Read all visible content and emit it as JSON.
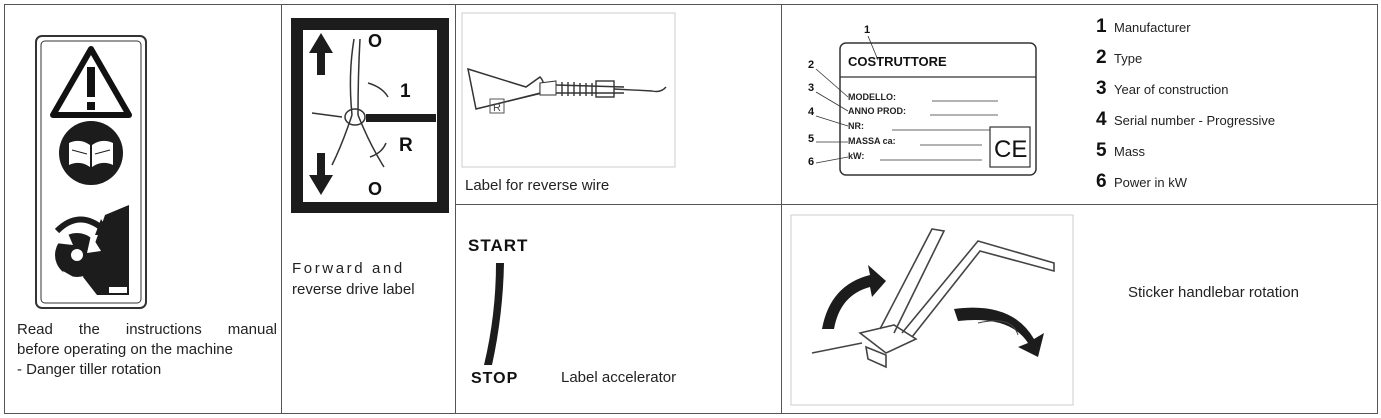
{
  "cells": {
    "safety": {
      "caption_lines": [
        "Read the instructions manual",
        "before operating on the machine",
        "- Danger tiller rotation"
      ]
    },
    "drive": {
      "caption_line1": "Forward and",
      "caption_line2": "reverse drive label",
      "label_top": "O",
      "label_forward": "1",
      "label_reverse": "R",
      "label_bottom": "O"
    },
    "reverse_wire": {
      "caption": "Label for reverse wire",
      "tag_letter": "R"
    },
    "plate": {
      "title": "COSTRUTTORE",
      "fields": [
        "MODELLO:",
        "ANNO PROD:",
        "NR:",
        "MASSA ca:",
        "kW:"
      ],
      "callouts": [
        "1",
        "2",
        "3",
        "4",
        "5",
        "6"
      ],
      "mark": "CE"
    },
    "legend": [
      {
        "num": "1",
        "text": "Manufacturer"
      },
      {
        "num": "2",
        "text": "Type"
      },
      {
        "num": "3",
        "text": "Year of construction"
      },
      {
        "num": "4",
        "text": "Serial number - Progressive"
      },
      {
        "num": "5",
        "text": "Mass"
      },
      {
        "num": "6",
        "text": "Power in kW"
      }
    ],
    "accelerator": {
      "start": "START",
      "stop": "STOP",
      "caption": "Label accelerator"
    },
    "handlebar": {
      "caption": "Sticker handlebar rotation"
    }
  },
  "colors": {
    "line": "#555555",
    "ink": "#111111",
    "sticker_bg": "#1c1c1c"
  }
}
